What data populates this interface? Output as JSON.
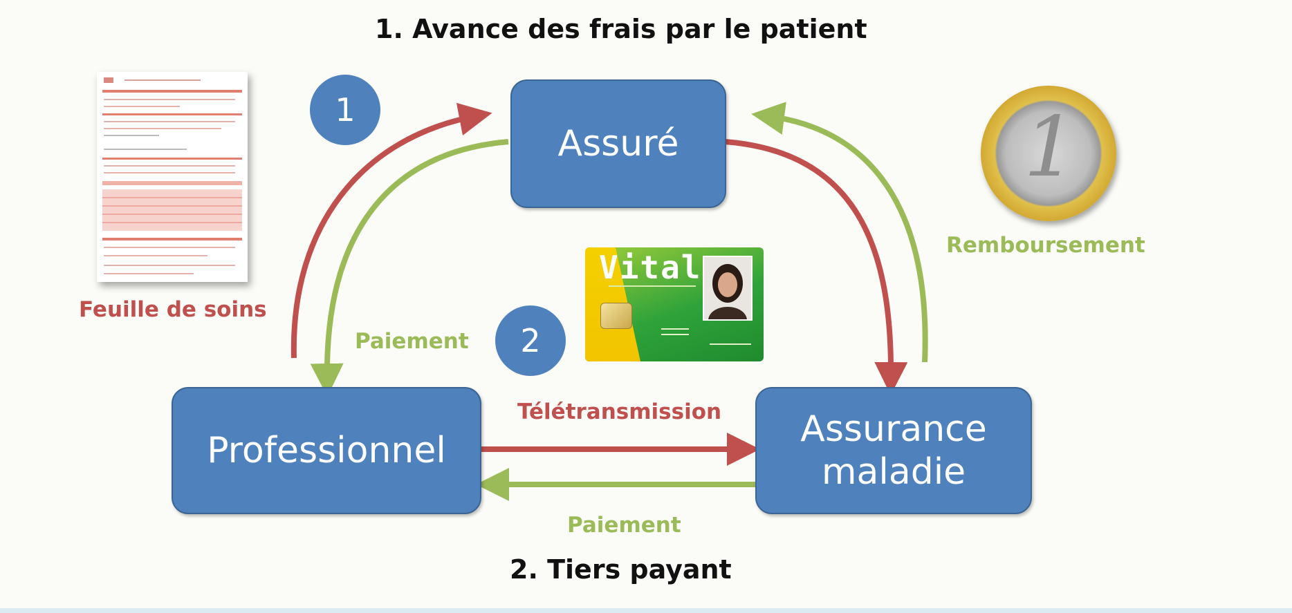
{
  "titles": {
    "top": "1. Avance des frais par le patient",
    "bottom": "2. Tiers payant"
  },
  "boxes": {
    "assure": "Assuré",
    "professionnel": "Professionnel",
    "assurance_line1": "Assurance",
    "assurance_line2": "maladie"
  },
  "labels": {
    "feuille": "Feuille de soins",
    "paiement_left": "Paiement",
    "teletransmission": "Télétransmission",
    "paiement_bottom": "Paiement",
    "remboursement": "Remboursement"
  },
  "steps": {
    "one": "1",
    "two": "2"
  },
  "card": {
    "title": "Vitale"
  },
  "coin": {
    "denomination": "1"
  },
  "colors": {
    "box": "#4f81bd",
    "red_arrow": "#c0504d",
    "green_arrow": "#9bbb59"
  }
}
